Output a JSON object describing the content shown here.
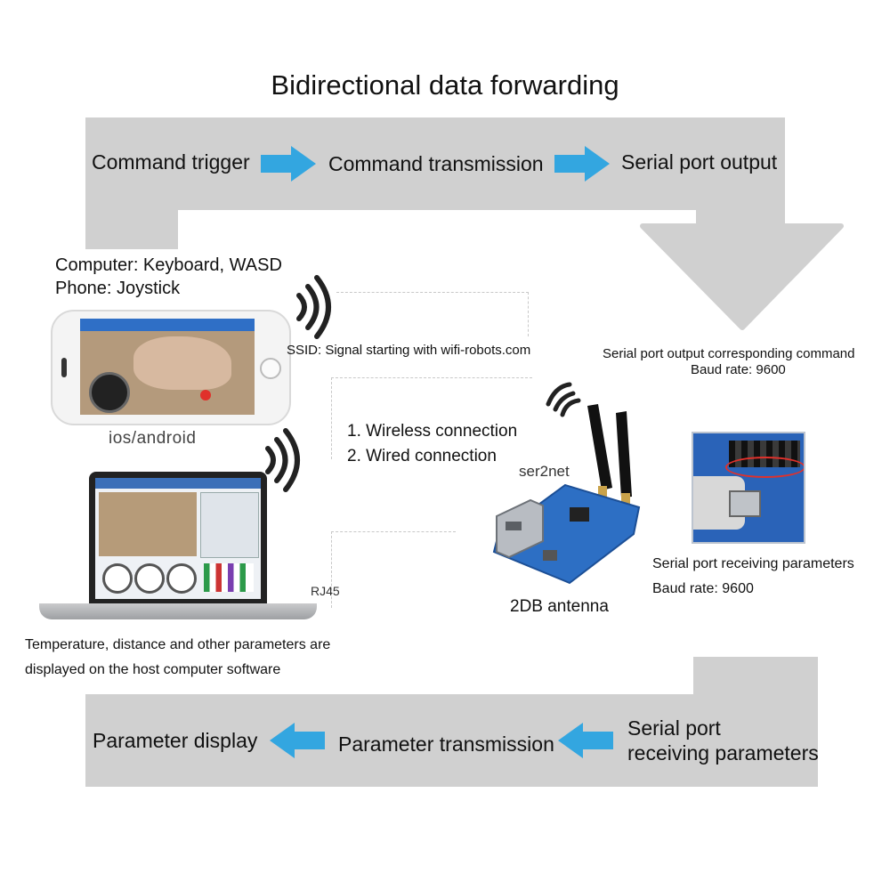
{
  "title": "Bidirectional data forwarding",
  "top_flow": {
    "step1": "Command trigger",
    "step2": "Command transmission",
    "step3": "Serial port output"
  },
  "bottom_flow": {
    "step1": "Parameter display",
    "step2": "Parameter transmission",
    "step3_line1": "Serial port",
    "step3_line2": "receiving parameters"
  },
  "controls": {
    "line1": "Computer: Keyboard, WASD",
    "line2": "Phone: Joystick"
  },
  "ssid_text": "SSID: Signal starting with wifi-robots.com",
  "phone_label": "ios/android",
  "connections": {
    "line1": "1. Wireless connection",
    "line2": "2. Wired connection"
  },
  "device": {
    "name": "ser2net",
    "antenna": "2DB antenna",
    "rj45": "RJ45"
  },
  "serial_output": {
    "line1": "Serial port output corresponding command",
    "line2": "Baud rate: 9600"
  },
  "serial_receive": {
    "line1": "Serial port receiving parameters",
    "line2": "Baud rate: 9600"
  },
  "host_text": {
    "line1": "Temperature, distance and other parameters are",
    "line2": "displayed on the host computer software"
  },
  "colors": {
    "band": "#d0d0d0",
    "arrow_blue": "#33a6e0",
    "board_blue": "#2d6fc4"
  }
}
